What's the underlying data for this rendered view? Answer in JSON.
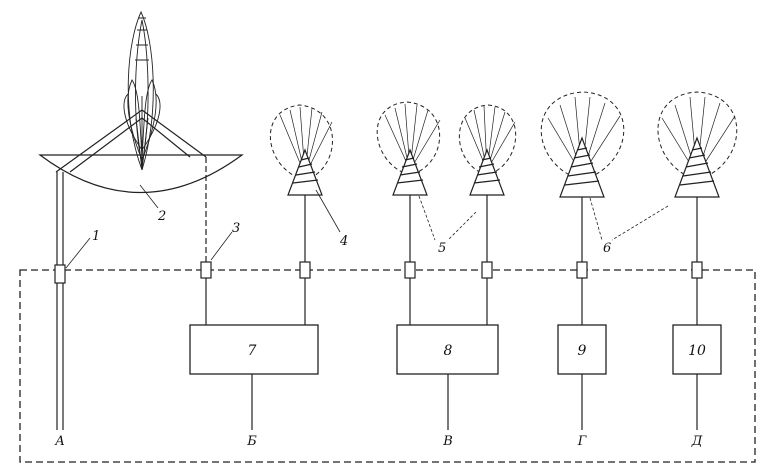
{
  "diagram": {
    "component_labels": {
      "c1": "1",
      "c2": "2",
      "c3": "3",
      "c4": "4",
      "c5": "5",
      "c6": "6"
    },
    "blocks": {
      "b7": "7",
      "b8": "8",
      "b9": "9",
      "b10": "10"
    },
    "terminals": {
      "a": "А",
      "b": "Б",
      "v": "В",
      "g": "Г",
      "d": "Д"
    }
  }
}
